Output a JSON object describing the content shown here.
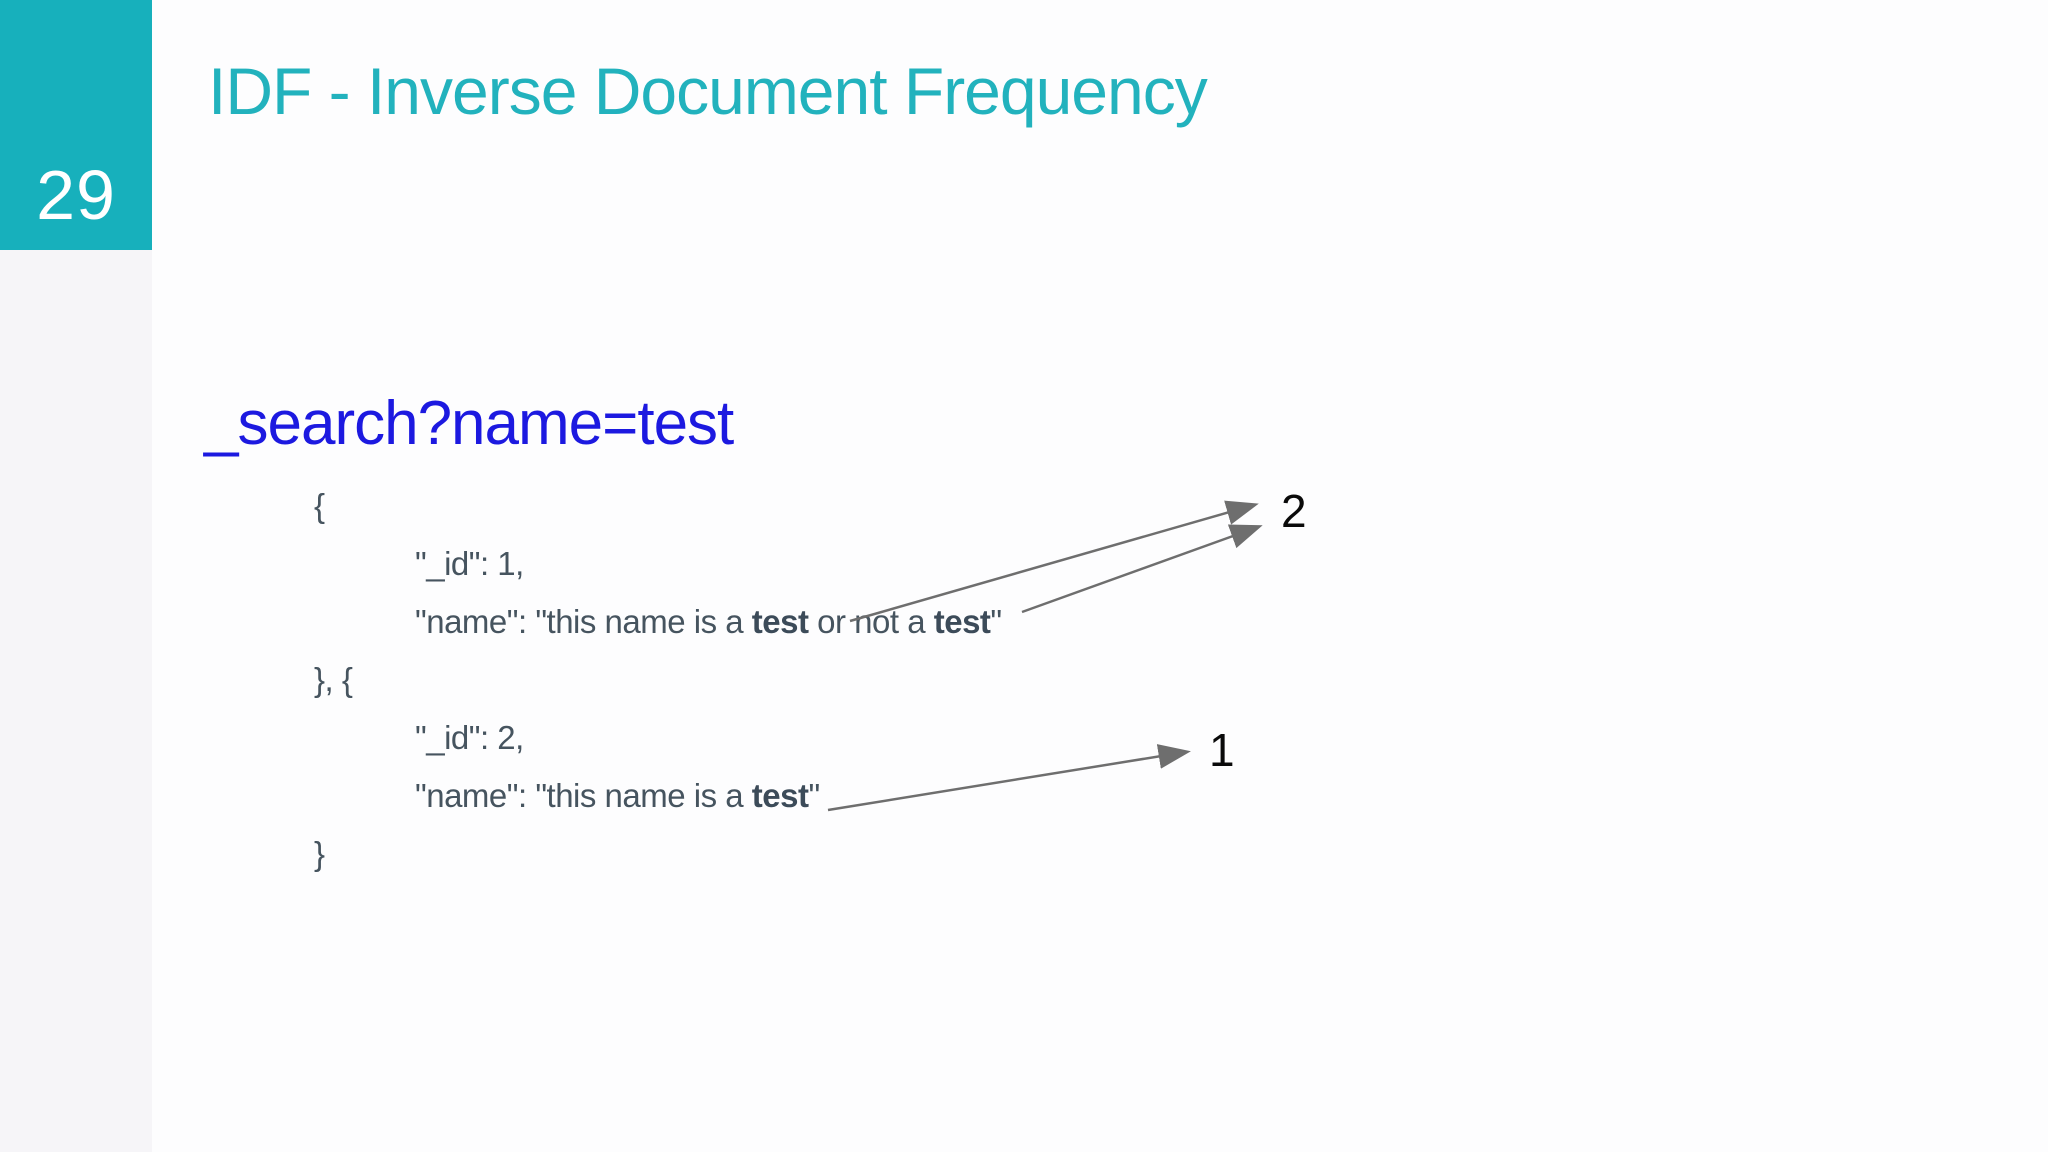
{
  "slide": {
    "number": "29",
    "title": "IDF - Inverse Document Frequency",
    "query": "_search?name=test"
  },
  "code": {
    "lines": [
      {
        "indent": false,
        "segments": [
          {
            "t": "{",
            "b": false
          }
        ]
      },
      {
        "indent": true,
        "segments": [
          {
            "t": "\"_id\": 1,",
            "b": false
          }
        ]
      },
      {
        "indent": true,
        "segments": [
          {
            "t": "\"name\": \"this name is a ",
            "b": false
          },
          {
            "t": "test",
            "b": true
          },
          {
            "t": " or not a ",
            "b": false
          },
          {
            "t": "test",
            "b": true
          },
          {
            "t": "\"",
            "b": false
          }
        ]
      },
      {
        "indent": false,
        "segments": [
          {
            "t": "}, {",
            "b": false
          }
        ]
      },
      {
        "indent": true,
        "segments": [
          {
            "t": "\"_id\": 2,",
            "b": false
          }
        ]
      },
      {
        "indent": true,
        "segments": [
          {
            "t": "\"name\": \"this name is a ",
            "b": false
          },
          {
            "t": "test",
            "b": true
          },
          {
            "t": "\"",
            "b": false
          }
        ]
      },
      {
        "indent": false,
        "segments": [
          {
            "t": "}",
            "b": false
          }
        ]
      }
    ]
  },
  "annotations": {
    "doc1_term_count": "2",
    "doc2_term_count": "1"
  },
  "colors": {
    "accent": "#22b2bd",
    "accent_block": "#17b0bc",
    "strip": "#f6f5f8",
    "bg": "#fdfdfe",
    "code": "#46545f",
    "code_bold": "#3c4b59",
    "query_blue": "#1c19e0",
    "arrow": "#6e6e6e",
    "count": "#0a0a0a"
  }
}
